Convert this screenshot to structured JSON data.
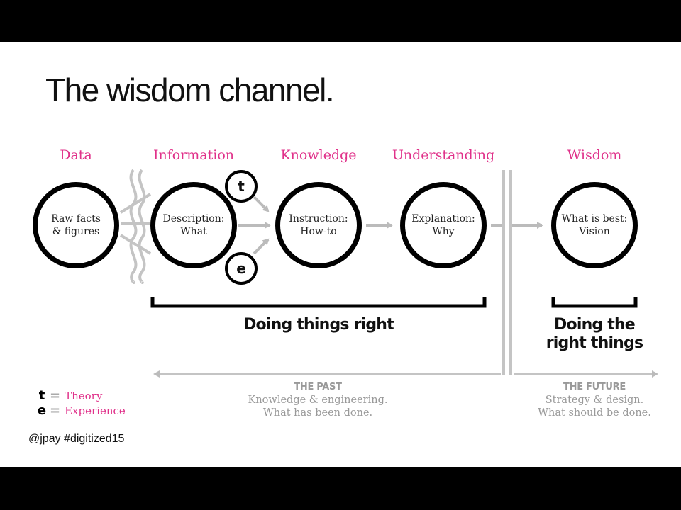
{
  "title": "The wisdom channel.",
  "stages": [
    {
      "label": "Data",
      "line1": "Raw facts",
      "line2": "& figures"
    },
    {
      "label": "Information",
      "line1": "Description:",
      "line2": "What"
    },
    {
      "label": "Knowledge",
      "line1": "Instruction:",
      "line2": "How-to"
    },
    {
      "label": "Understanding",
      "line1": "Explanation:",
      "line2": "Why"
    },
    {
      "label": "Wisdom",
      "line1": "What is best:",
      "line2": "Vision"
    }
  ],
  "inputs": {
    "theory_letter": "t",
    "experience_letter": "e"
  },
  "brackets": {
    "left_label": "Doing things right",
    "right_label_line1": "Doing the",
    "right_label_line2": "right things"
  },
  "past": {
    "heading": "THE PAST",
    "line1": "Knowledge & engineering.",
    "line2": "What has been done."
  },
  "future": {
    "heading": "THE FUTURE",
    "line1": "Strategy & design.",
    "line2": "What should be done."
  },
  "legend": {
    "t_letter": "t",
    "t_eq": "=",
    "t_text": "Theory",
    "e_letter": "e",
    "e_eq": "=",
    "e_text": "Experience"
  },
  "footer": "@jpay #digitized15",
  "colors": {
    "accent": "#e0318a",
    "ink": "#000000",
    "muted": "#bbbbbb"
  }
}
